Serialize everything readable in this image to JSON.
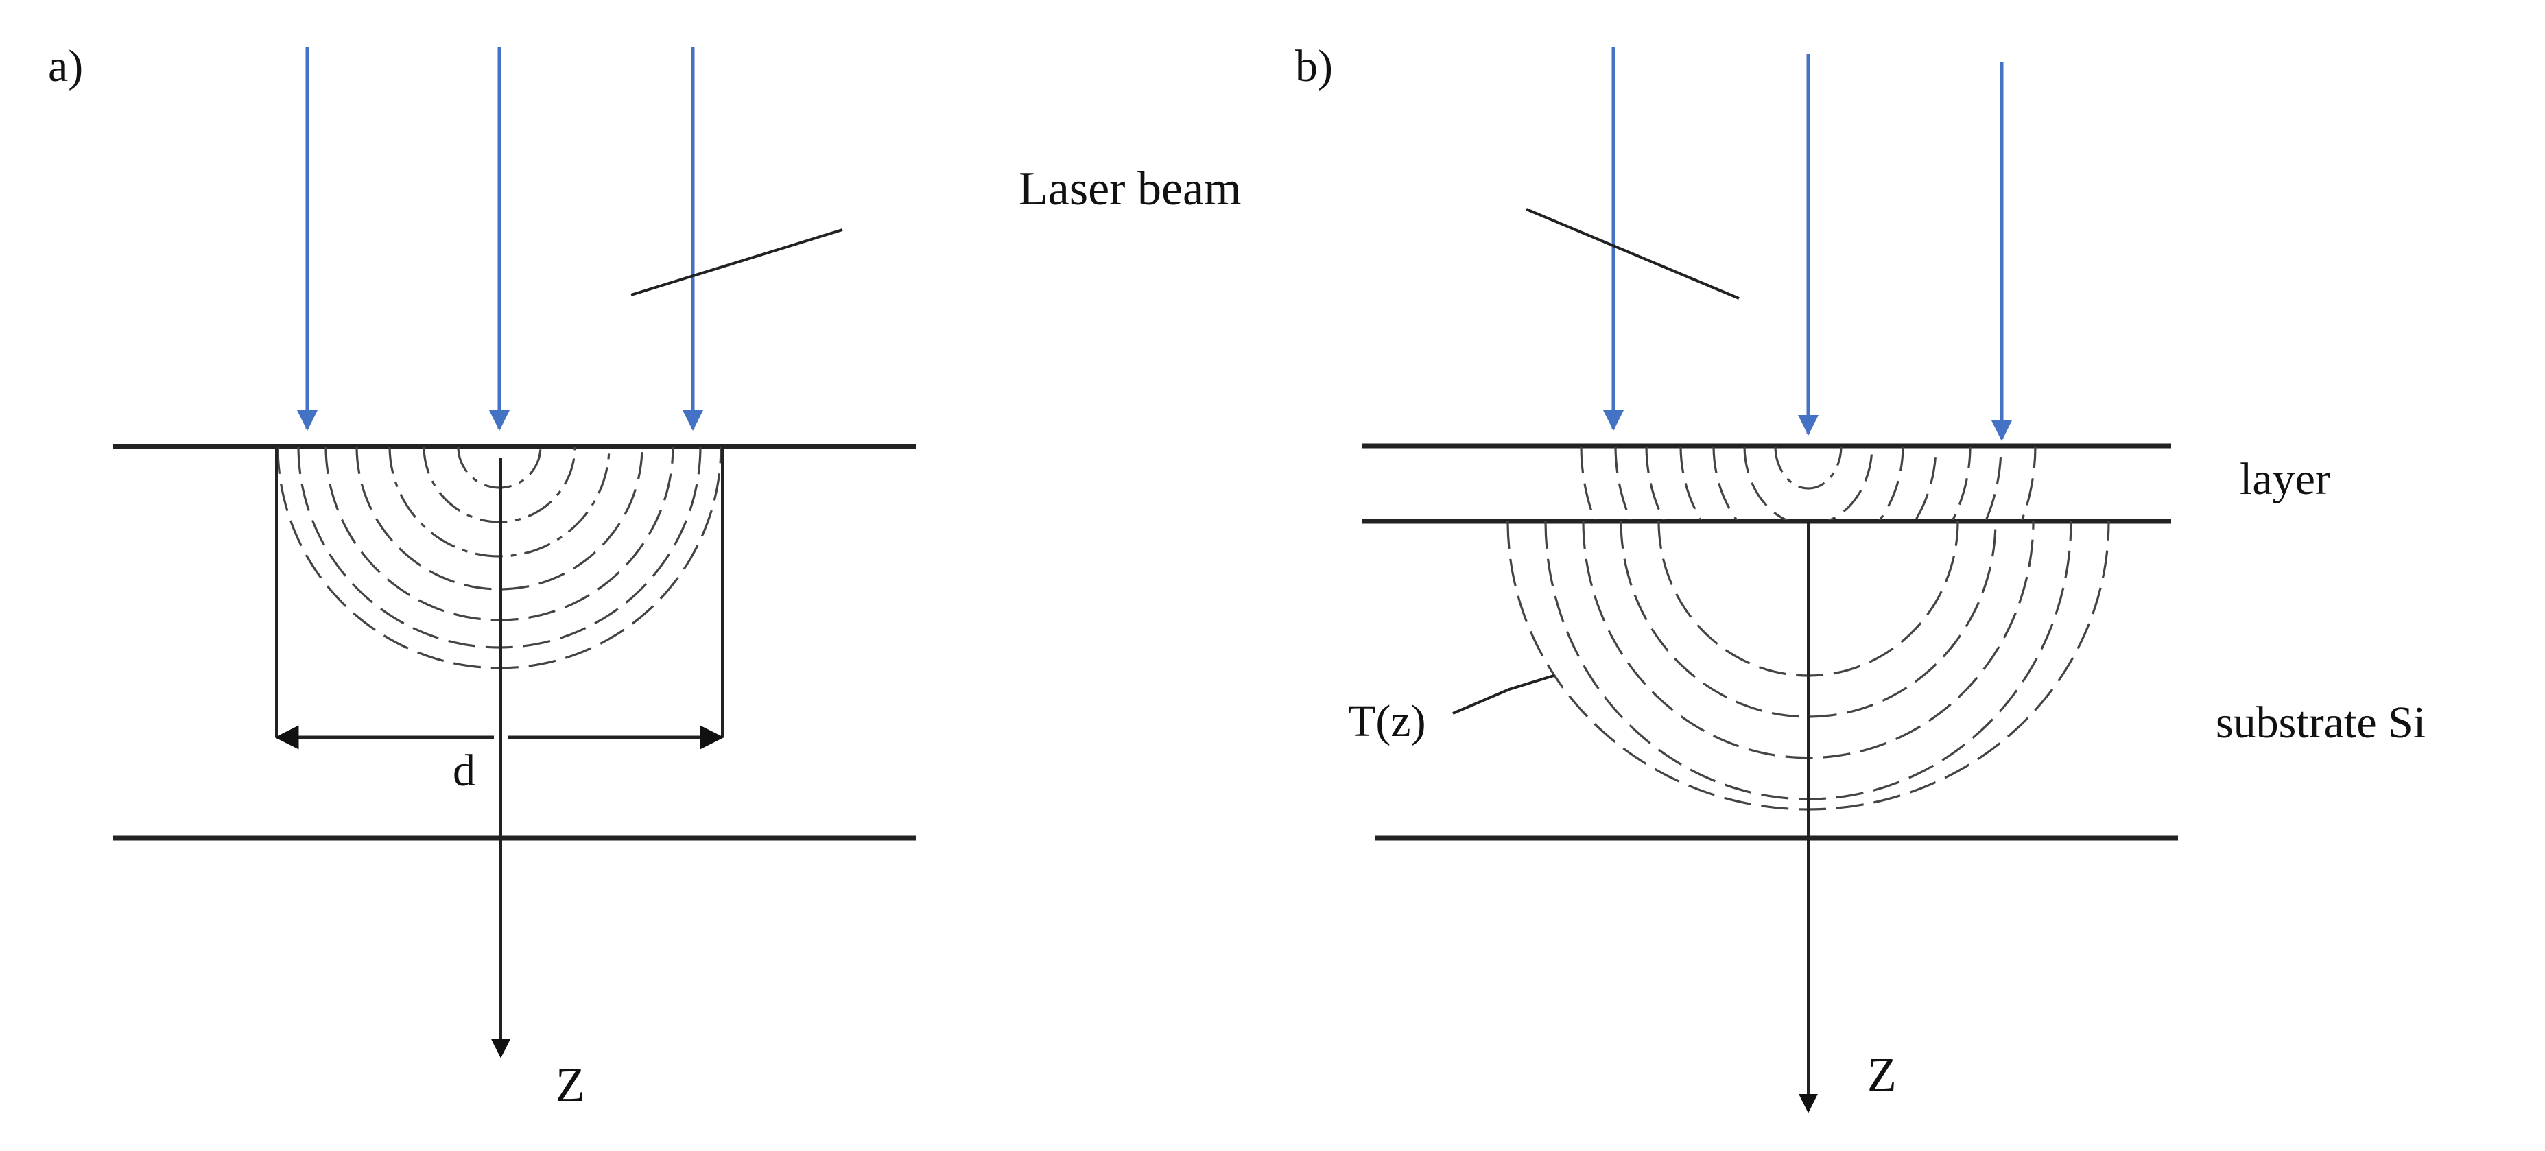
{
  "panels": {
    "a": {
      "panel_label": "a)",
      "annotation_label": "Laser beam",
      "width_label": "d",
      "axis_label": "Z"
    },
    "b": {
      "panel_label": "b)",
      "layer_label": "layer",
      "substrate_label": "substrate Si",
      "temperature_label": "T(z)",
      "axis_label": "Z"
    }
  },
  "colors": {
    "beam": "#4472c4",
    "lines": "#222222",
    "text": "#111111",
    "background": "#ffffff"
  }
}
